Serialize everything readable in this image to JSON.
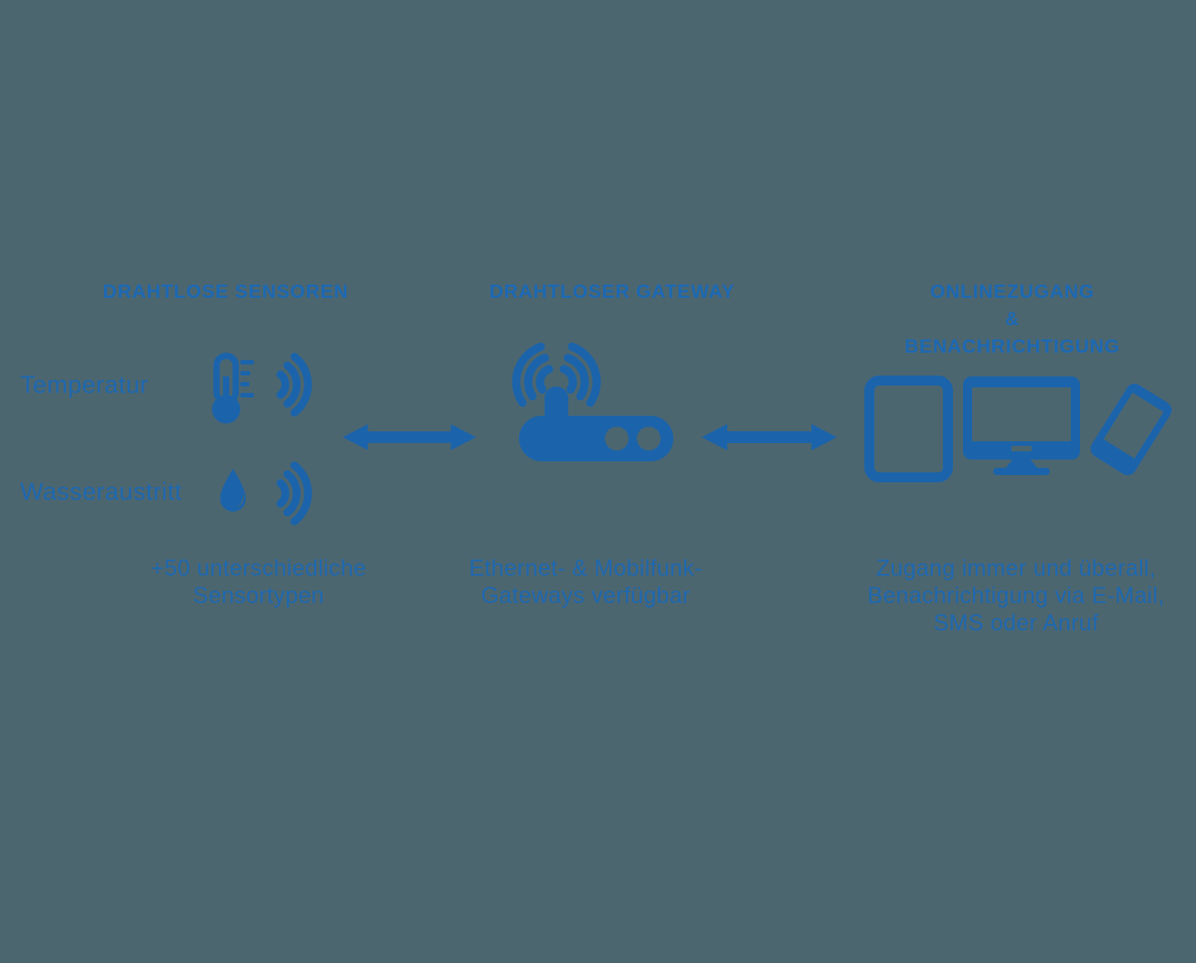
{
  "theme": {
    "background": "#4c6670",
    "accent": "#1b64ab",
    "title_blue": "#1c69b4",
    "text_blue": "#1e68b0"
  },
  "columns": [
    {
      "title": "DRAHTLOSE SENSOREN",
      "sensors": [
        {
          "label": "Temperatur",
          "icon": "thermometer-icon"
        },
        {
          "label": "Wasseraustritt",
          "icon": "water-drop-icon"
        }
      ],
      "caption_lines": [
        "+50 unterschiedliche",
        "Sensortypen"
      ]
    },
    {
      "title": "DRAHTLOSER GATEWAY",
      "caption_lines": [
        "Ethernet- & Mobilfunk-",
        "Gateways verfügbar"
      ]
    },
    {
      "title_lines": [
        "ONLINEZUGANG",
        "&",
        "BENACHRICHTIGUNG"
      ],
      "caption_lines": [
        "Zugang immer und überall,",
        "Benachrichtigung via E-Mail,",
        "SMS oder Anruf"
      ]
    }
  ]
}
